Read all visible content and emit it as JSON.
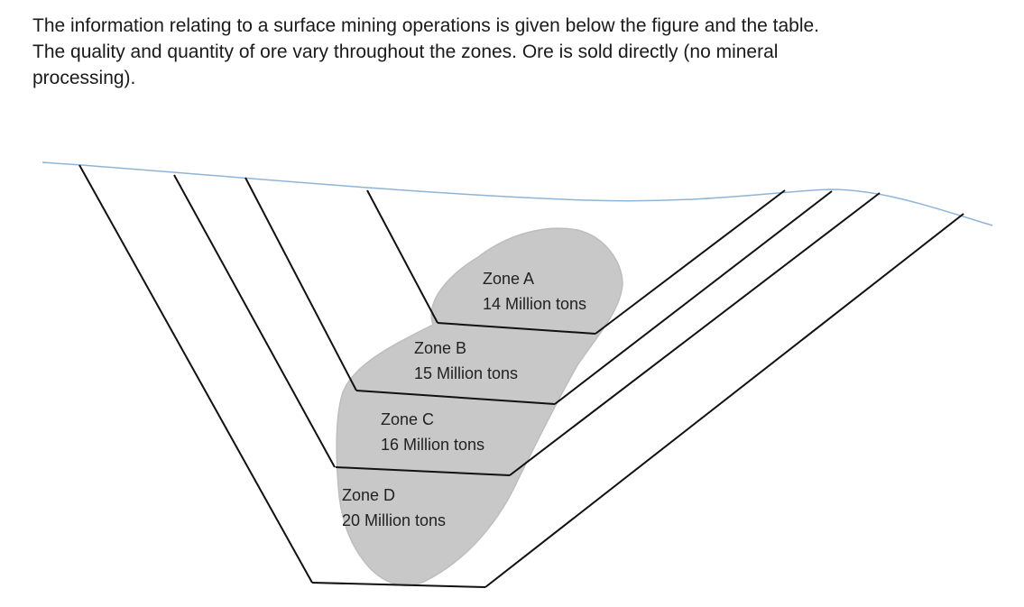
{
  "intro": {
    "line1": "The information relating to a surface mining operations is given below the figure and the table.",
    "line2": "The quality and quantity of ore vary throughout the zones.  Ore is sold directly (no mineral",
    "line3": "processing)."
  },
  "diagram": {
    "colors": {
      "ground_line": "#8fb4d6",
      "orebody_fill": "#c8c8c8",
      "orebody_stroke": "#bdbdbd",
      "pit_lines": "#111111"
    },
    "zones": [
      {
        "name": "Zone A",
        "tonnage": "14 Million tons"
      },
      {
        "name": "Zone B",
        "tonnage": "15 Million tons"
      },
      {
        "name": "Zone C",
        "tonnage": "16 Million tons"
      },
      {
        "name": "Zone D",
        "tonnage": "20 Million tons"
      }
    ]
  }
}
